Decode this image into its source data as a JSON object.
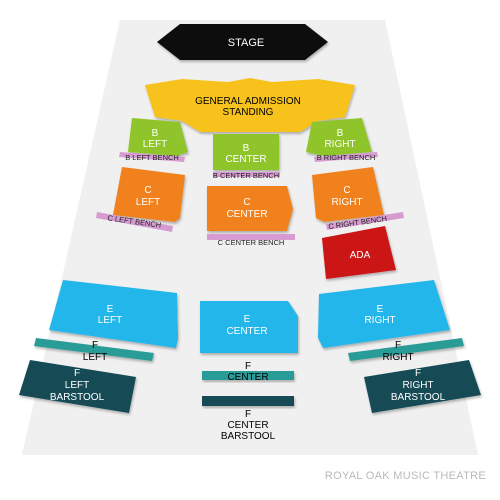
{
  "venue": "ROYAL OAK MUSIC THEATRE",
  "colors": {
    "floor": "#f0f0f0",
    "stage": "#111111",
    "ga": "#f7c21a",
    "b": "#8fc52c",
    "c": "#f0811f",
    "bench": "#d79bd2",
    "ada": "#cc1219",
    "e": "#22b6ea",
    "f": "#2a9c98",
    "barstool": "#124c56"
  },
  "sections": {
    "stage": "STAGE",
    "ga": [
      "GENERAL ADMISSION",
      "STANDING"
    ],
    "b_left": [
      "B",
      "LEFT"
    ],
    "b_center": [
      "B",
      "CENTER"
    ],
    "b_right": [
      "B",
      "RIGHT"
    ],
    "b_left_bench": "B LEFT BENCH",
    "b_center_bench": "B CENTER BENCH",
    "b_right_bench": "B RIGHT BENCH",
    "c_left": [
      "C",
      "LEFT"
    ],
    "c_center": [
      "C",
      "CENTER"
    ],
    "c_right": [
      "C",
      "RIGHT"
    ],
    "c_left_bench": "C LEFT BENCH",
    "c_center_bench": "C CENTER BENCH",
    "c_right_bench": "C RIGHT BENCH",
    "ada": "ADA",
    "e_left": [
      "E",
      "LEFT"
    ],
    "e_center": [
      "E",
      "CENTER"
    ],
    "e_right": [
      "E",
      "RIGHT"
    ],
    "f_left": [
      "F",
      "LEFT"
    ],
    "f_center": [
      "F",
      "CENTER"
    ],
    "f_right": [
      "F",
      "RIGHT"
    ],
    "f_left_barstool": [
      "F",
      "LEFT",
      "BARSTOOL"
    ],
    "f_center_barstool": [
      "F",
      "CENTER",
      "BARSTOOL"
    ],
    "f_right_barstool": [
      "F",
      "RIGHT",
      "BARSTOOL"
    ]
  }
}
